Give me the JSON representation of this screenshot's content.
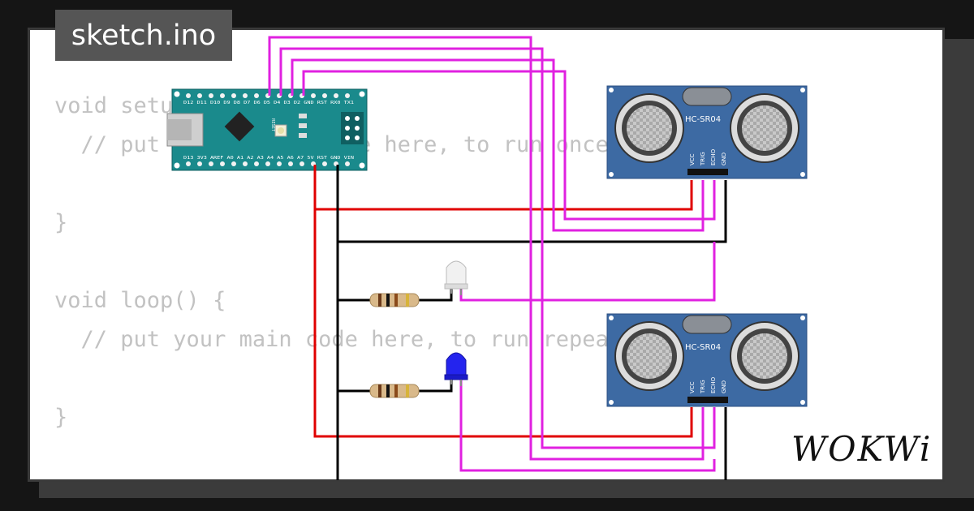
{
  "file_tab": {
    "label": "sketch.ino"
  },
  "code_lines": [
    "void setup() {",
    "  // put your setup code here, to run once:",
    "",
    "}",
    "",
    "void loop() {",
    "  // put your main code here, to run repeatedly:",
    "",
    "}"
  ],
  "sensors": [
    {
      "model": "HC-SR04",
      "pins": [
        "VCC",
        "TRIG",
        "ECHO",
        "GND"
      ]
    },
    {
      "model": "HC-SR04",
      "pins": [
        "VCC",
        "TRIG",
        "ECHO",
        "GND"
      ]
    }
  ],
  "board": {
    "name": "Arduino Nano",
    "top_pins": "D12 D11 D10 D9 D8 D7 D6 D5 D4 D3 D2 GND RST RX0 TX1",
    "bottom_pins": "D13 3V3 AREF A0 A1 A2 A3 A4 A5 A6 A7 5V RST GND VIN",
    "reset_label": "RESET"
  },
  "leds": [
    {
      "color": "white"
    },
    {
      "color": "blue"
    }
  ],
  "brand": {
    "logo": "WOKWi"
  },
  "colors": {
    "signal_wire": "#e021e0",
    "power_wire": "#e00000",
    "ground_wire": "#000000",
    "board": "#1a8a8c",
    "sensor": "#3d6aa3",
    "tab_bg": "#555555",
    "code_text": "#c2c2c2"
  }
}
